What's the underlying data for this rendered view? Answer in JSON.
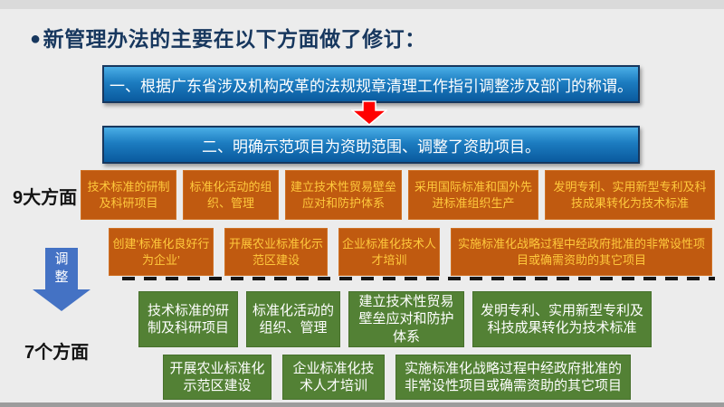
{
  "slide": {
    "bullet": "●",
    "title": "新管理办法的主要在以下方面做了修订："
  },
  "flow": {
    "step1": "一、根据广东省涉及机构改革的法规规章清理工作指引调整涉及部门的称谓。",
    "step2": "二、明确示范项目为资助范围、调整了资助项目。"
  },
  "before": {
    "label": "9大方面",
    "row1": [
      "技术标准的研制及科研项目",
      "标准化活动的组织、管理",
      "建立技术性贸易壁垒应对和防护体系",
      "采用国际标准和国外先进标准组织生产",
      "发明专利、实用新型专利及科技成果转化为技术标准"
    ],
    "row2": [
      "创建‘标准化良好行为企业’",
      "开展农业标准化示范区建设",
      "企业标准化技术人才培训",
      "实施标准化战略过程中经政府批准的非常设性项目或确需资助的其它项目"
    ]
  },
  "transition": {
    "label": "调整"
  },
  "after": {
    "label": "7个方面",
    "row1": [
      "技术标准的研制及科研项目",
      "标准化活动的组织、管理",
      "建立技术性贸易壁垒应对和防护体系",
      "发明专利、实用新型专利及科技成果转化为技术标准"
    ],
    "row2": [
      "开展农业标准化示范区建设",
      "企业标准化技术人才培训",
      "实施标准化战略过程中经政府批准的非常设性项目或确需资助的其它项目"
    ]
  },
  "colors": {
    "title_navy": "#17375e",
    "banner_blue_top": "#4aaee6",
    "banner_blue_bottom": "#0a5a9e",
    "banner_border": "#17375e",
    "orange_box": "#c05a10",
    "orange_text": "#ffc93c",
    "green_box": "#538135",
    "green_text": "#ffffff",
    "red_arrow": "#ff0000",
    "blue_arrow": "#4472c4",
    "background": "#ececec"
  }
}
